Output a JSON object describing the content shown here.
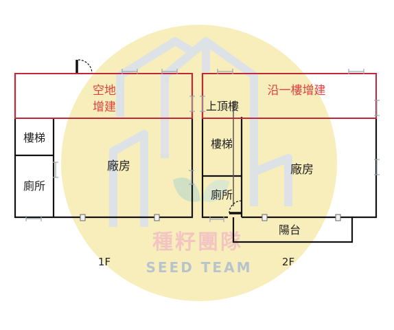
{
  "floor1": {
    "label": "1F",
    "extension": [
      "空地",
      "增建"
    ],
    "rooms": {
      "stairs": "樓梯",
      "toilet": "廁所",
      "factory": "廠房"
    }
  },
  "floor2": {
    "label": "2F",
    "extension": "沿一樓增建",
    "rooms": {
      "roof_access": "上頂樓",
      "stairs": "樓梯",
      "toilet": "廁所",
      "factory": "廠房",
      "balcony": "陽台"
    }
  },
  "watermark": {
    "chinese": "種籽團隊",
    "english": "SEED TEAM"
  },
  "colors": {
    "wall": "#111111",
    "extension": "#c0283a",
    "watermark_circle": "#f8eebb",
    "watermark_text": "#f3c5c2",
    "window": "#9aa5b1"
  }
}
